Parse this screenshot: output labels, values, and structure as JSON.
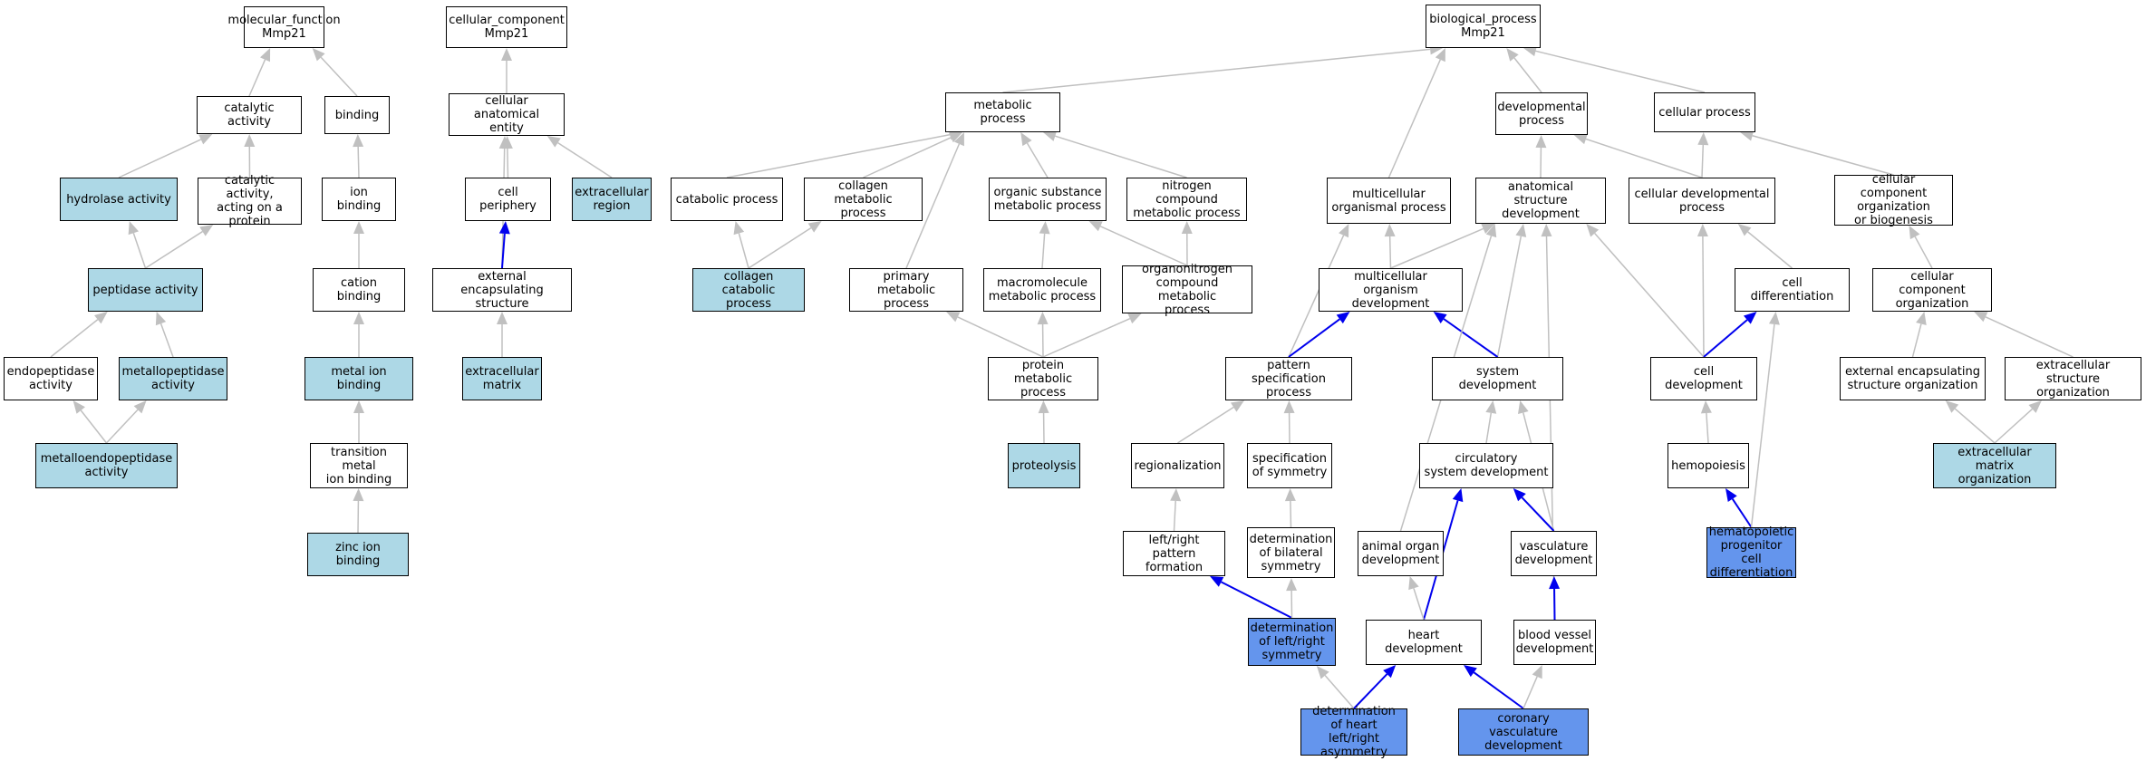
{
  "colors": {
    "default": "#ffffff",
    "light": "#add8e6",
    "dark": "#6495ed",
    "edge_default": "#c0c0c0",
    "edge_highlight": "#0000ee"
  },
  "nodes": [
    {
      "id": "mf_root",
      "label": "molecular_function\nMmp21",
      "fill": "default"
    },
    {
      "id": "catalytic",
      "label": "catalytic activity",
      "fill": "default"
    },
    {
      "id": "binding",
      "label": "binding",
      "fill": "default"
    },
    {
      "id": "hydrolase",
      "label": "hydrolase activity",
      "fill": "light"
    },
    {
      "id": "cat_protein",
      "label": "catalytic activity,\nacting on a\nprotein",
      "fill": "default"
    },
    {
      "id": "ion_binding",
      "label": "ion binding",
      "fill": "default"
    },
    {
      "id": "peptidase",
      "label": "peptidase activity",
      "fill": "light"
    },
    {
      "id": "cation_binding",
      "label": "cation binding",
      "fill": "default"
    },
    {
      "id": "endopeptidase",
      "label": "endopeptidase\nactivity",
      "fill": "default"
    },
    {
      "id": "metallopeptidase",
      "label": "metallopeptidase\nactivity",
      "fill": "light"
    },
    {
      "id": "metal_ion_binding",
      "label": "metal ion binding",
      "fill": "light"
    },
    {
      "id": "metalloendo",
      "label": "metalloendopeptidase\nactivity",
      "fill": "light"
    },
    {
      "id": "transition_metal",
      "label": "transition metal\nion binding",
      "fill": "default"
    },
    {
      "id": "zinc_ion",
      "label": "zinc ion binding",
      "fill": "light"
    },
    {
      "id": "cc_root",
      "label": "cellular_component\nMmp21",
      "fill": "default"
    },
    {
      "id": "cell_anat",
      "label": "cellular anatomical\nentity",
      "fill": "default"
    },
    {
      "id": "cell_periphery",
      "label": "cell periphery",
      "fill": "default"
    },
    {
      "id": "extracellular_region",
      "label": "extracellular\nregion",
      "fill": "light"
    },
    {
      "id": "ext_encap",
      "label": "external encapsulating\nstructure",
      "fill": "default"
    },
    {
      "id": "extracellular_matrix",
      "label": "extracellular\nmatrix",
      "fill": "light"
    },
    {
      "id": "bp_root",
      "label": "biological_process\nMmp21",
      "fill": "default"
    },
    {
      "id": "metabolic",
      "label": "metabolic process",
      "fill": "default"
    },
    {
      "id": "developmental",
      "label": "developmental\nprocess",
      "fill": "default"
    },
    {
      "id": "cellular_process",
      "label": "cellular process",
      "fill": "default"
    },
    {
      "id": "catabolic",
      "label": "catabolic process",
      "fill": "default"
    },
    {
      "id": "collagen_metabolic",
      "label": "collagen metabolic\nprocess",
      "fill": "default"
    },
    {
      "id": "organic_substance",
      "label": "organic substance\nmetabolic process",
      "fill": "default"
    },
    {
      "id": "nitrogen_compound",
      "label": "nitrogen compound\nmetabolic process",
      "fill": "default"
    },
    {
      "id": "multicellular_organismal",
      "label": "multicellular\norganismal process",
      "fill": "default"
    },
    {
      "id": "anat_struct_dev",
      "label": "anatomical structure\ndevelopment",
      "fill": "default"
    },
    {
      "id": "cellular_dev",
      "label": "cellular developmental\nprocess",
      "fill": "default"
    },
    {
      "id": "cc_org_biogenesis",
      "label": "cellular component\norganization\nor biogenesis",
      "fill": "default"
    },
    {
      "id": "collagen_catabolic",
      "label": "collagen catabolic\nprocess",
      "fill": "light"
    },
    {
      "id": "primary_metabolic",
      "label": "primary metabolic\nprocess",
      "fill": "default"
    },
    {
      "id": "macromolecule",
      "label": "macromolecule\nmetabolic process",
      "fill": "default"
    },
    {
      "id": "organonitrogen",
      "label": "organonitrogen\ncompound metabolic\nprocess",
      "fill": "default"
    },
    {
      "id": "multicellular_org_dev",
      "label": "multicellular\norganism development",
      "fill": "default"
    },
    {
      "id": "cell_differentiation",
      "label": "cell differentiation",
      "fill": "default"
    },
    {
      "id": "cc_organization",
      "label": "cellular component\norganization",
      "fill": "default"
    },
    {
      "id": "protein_metabolic",
      "label": "protein metabolic\nprocess",
      "fill": "default"
    },
    {
      "id": "pattern_spec",
      "label": "pattern specification\nprocess",
      "fill": "default"
    },
    {
      "id": "system_dev",
      "label": "system development",
      "fill": "default"
    },
    {
      "id": "cell_dev",
      "label": "cell development",
      "fill": "default"
    },
    {
      "id": "ext_encap_org",
      "label": "external encapsulating\nstructure organization",
      "fill": "default"
    },
    {
      "id": "extracellular_struct_org",
      "label": "extracellular\nstructure organization",
      "fill": "default"
    },
    {
      "id": "proteolysis",
      "label": "proteolysis",
      "fill": "light"
    },
    {
      "id": "regionalization",
      "label": "regionalization",
      "fill": "default"
    },
    {
      "id": "spec_symmetry",
      "label": "specification\nof symmetry",
      "fill": "default"
    },
    {
      "id": "circulatory",
      "label": "circulatory\nsystem development",
      "fill": "default"
    },
    {
      "id": "hemopoiesis",
      "label": "hemopoiesis",
      "fill": "default"
    },
    {
      "id": "ecm_org",
      "label": "extracellular\nmatrix organization",
      "fill": "light"
    },
    {
      "id": "lr_pattern",
      "label": "left/right pattern\nformation",
      "fill": "default"
    },
    {
      "id": "bilateral_sym",
      "label": "determination\nof bilateral\nsymmetry",
      "fill": "default"
    },
    {
      "id": "animal_organ",
      "label": "animal organ\ndevelopment",
      "fill": "default"
    },
    {
      "id": "vasculature",
      "label": "vasculature\ndevelopment",
      "fill": "default"
    },
    {
      "id": "hematopoietic",
      "label": "hematopoietic\nprogenitor cell\ndifferentiation",
      "fill": "dark"
    },
    {
      "id": "det_lr_sym",
      "label": "determination\nof left/right\nsymmetry",
      "fill": "dark"
    },
    {
      "id": "heart_dev",
      "label": "heart development",
      "fill": "default"
    },
    {
      "id": "blood_vessel",
      "label": "blood vessel\ndevelopment",
      "fill": "default"
    },
    {
      "id": "det_heart_lr",
      "label": "determination\nof heart left/right\nasymmetry",
      "fill": "dark"
    },
    {
      "id": "coronary",
      "label": "coronary vasculature\ndevelopment",
      "fill": "dark"
    }
  ],
  "edges": [
    [
      "catalytic",
      "mf_root",
      0
    ],
    [
      "binding",
      "mf_root",
      0
    ],
    [
      "hydrolase",
      "catalytic",
      0
    ],
    [
      "cat_protein",
      "catalytic",
      0
    ],
    [
      "ion_binding",
      "binding",
      0
    ],
    [
      "peptidase",
      "hydrolase",
      0
    ],
    [
      "peptidase",
      "cat_protein",
      0
    ],
    [
      "cation_binding",
      "ion_binding",
      0
    ],
    [
      "endopeptidase",
      "peptidase",
      0
    ],
    [
      "metallopeptidase",
      "peptidase",
      0
    ],
    [
      "metal_ion_binding",
      "cation_binding",
      0
    ],
    [
      "metalloendo",
      "endopeptidase",
      0
    ],
    [
      "metalloendo",
      "metallopeptidase",
      0
    ],
    [
      "transition_metal",
      "metal_ion_binding",
      0
    ],
    [
      "zinc_ion",
      "transition_metal",
      0
    ],
    [
      "cell_anat",
      "cc_root",
      0
    ],
    [
      "cell_periphery",
      "cell_anat",
      0
    ],
    [
      "extracellular_region",
      "cell_anat",
      0
    ],
    [
      "ext_encap",
      "cell_anat",
      0
    ],
    [
      "ext_encap",
      "cell_periphery",
      1
    ],
    [
      "extracellular_matrix",
      "ext_encap",
      0
    ],
    [
      "metabolic",
      "bp_root",
      0
    ],
    [
      "developmental",
      "bp_root",
      0
    ],
    [
      "cellular_process",
      "bp_root",
      0
    ],
    [
      "multicellular_organismal",
      "bp_root",
      0
    ],
    [
      "catabolic",
      "metabolic",
      0
    ],
    [
      "collagen_metabolic",
      "metabolic",
      0
    ],
    [
      "organic_substance",
      "metabolic",
      0
    ],
    [
      "nitrogen_compound",
      "metabolic",
      0
    ],
    [
      "primary_metabolic",
      "metabolic",
      0
    ],
    [
      "collagen_catabolic",
      "catabolic",
      0
    ],
    [
      "collagen_catabolic",
      "collagen_metabolic",
      0
    ],
    [
      "macromolecule",
      "organic_substance",
      0
    ],
    [
      "organonitrogen",
      "organic_substance",
      0
    ],
    [
      "organonitrogen",
      "nitrogen_compound",
      0
    ],
    [
      "protein_metabolic",
      "primary_metabolic",
      0
    ],
    [
      "protein_metabolic",
      "macromolecule",
      0
    ],
    [
      "protein_metabolic",
      "organonitrogen",
      0
    ],
    [
      "proteolysis",
      "protein_metabolic",
      0
    ],
    [
      "anat_struct_dev",
      "developmental",
      0
    ],
    [
      "cellular_dev",
      "developmental",
      0
    ],
    [
      "cellular_dev",
      "cellular_process",
      0
    ],
    [
      "cc_org_biogenesis",
      "cellular_process",
      0
    ],
    [
      "multicellular_org_dev",
      "multicellular_organismal",
      0
    ],
    [
      "multicellular_org_dev",
      "anat_struct_dev",
      0
    ],
    [
      "pattern_spec",
      "multicellular_organismal",
      0
    ],
    [
      "pattern_spec",
      "multicellular_org_dev",
      1
    ],
    [
      "system_dev",
      "anat_struct_dev",
      0
    ],
    [
      "system_dev",
      "multicellular_org_dev",
      1
    ],
    [
      "animal_organ",
      "anat_struct_dev",
      0
    ],
    [
      "blood_vessel",
      "anat_struct_dev",
      0
    ],
    [
      "cell_dev",
      "anat_struct_dev",
      0
    ],
    [
      "cell_dev",
      "cellular_dev",
      0
    ],
    [
      "cell_differentiation",
      "cellular_dev",
      0
    ],
    [
      "cell_dev",
      "cell_differentiation",
      1
    ],
    [
      "cc_organization",
      "cc_org_biogenesis",
      0
    ],
    [
      "ext_encap_org",
      "cc_organization",
      0
    ],
    [
      "extracellular_struct_org",
      "cc_organization",
      0
    ],
    [
      "ecm_org",
      "ext_encap_org",
      0
    ],
    [
      "ecm_org",
      "extracellular_struct_org",
      0
    ],
    [
      "regionalization",
      "pattern_spec",
      0
    ],
    [
      "spec_symmetry",
      "pattern_spec",
      0
    ],
    [
      "lr_pattern",
      "regionalization",
      0
    ],
    [
      "bilateral_sym",
      "spec_symmetry",
      0
    ],
    [
      "det_lr_sym",
      "lr_pattern",
      1
    ],
    [
      "det_lr_sym",
      "bilateral_sym",
      0
    ],
    [
      "circulatory",
      "system_dev",
      0
    ],
    [
      "vasculature",
      "system_dev",
      0
    ],
    [
      "vasculature",
      "circulatory",
      1
    ],
    [
      "heart_dev",
      "circulatory",
      1
    ],
    [
      "heart_dev",
      "animal_organ",
      0
    ],
    [
      "blood_vessel",
      "vasculature",
      1
    ],
    [
      "hemopoiesis",
      "cell_dev",
      0
    ],
    [
      "hematopoietic",
      "hemopoiesis",
      1
    ],
    [
      "hematopoietic",
      "cell_differentiation",
      0
    ],
    [
      "det_heart_lr",
      "det_lr_sym",
      0
    ],
    [
      "det_heart_lr",
      "heart_dev",
      1
    ],
    [
      "coronary",
      "heart_dev",
      1
    ],
    [
      "coronary",
      "blood_vessel",
      0
    ]
  ]
}
